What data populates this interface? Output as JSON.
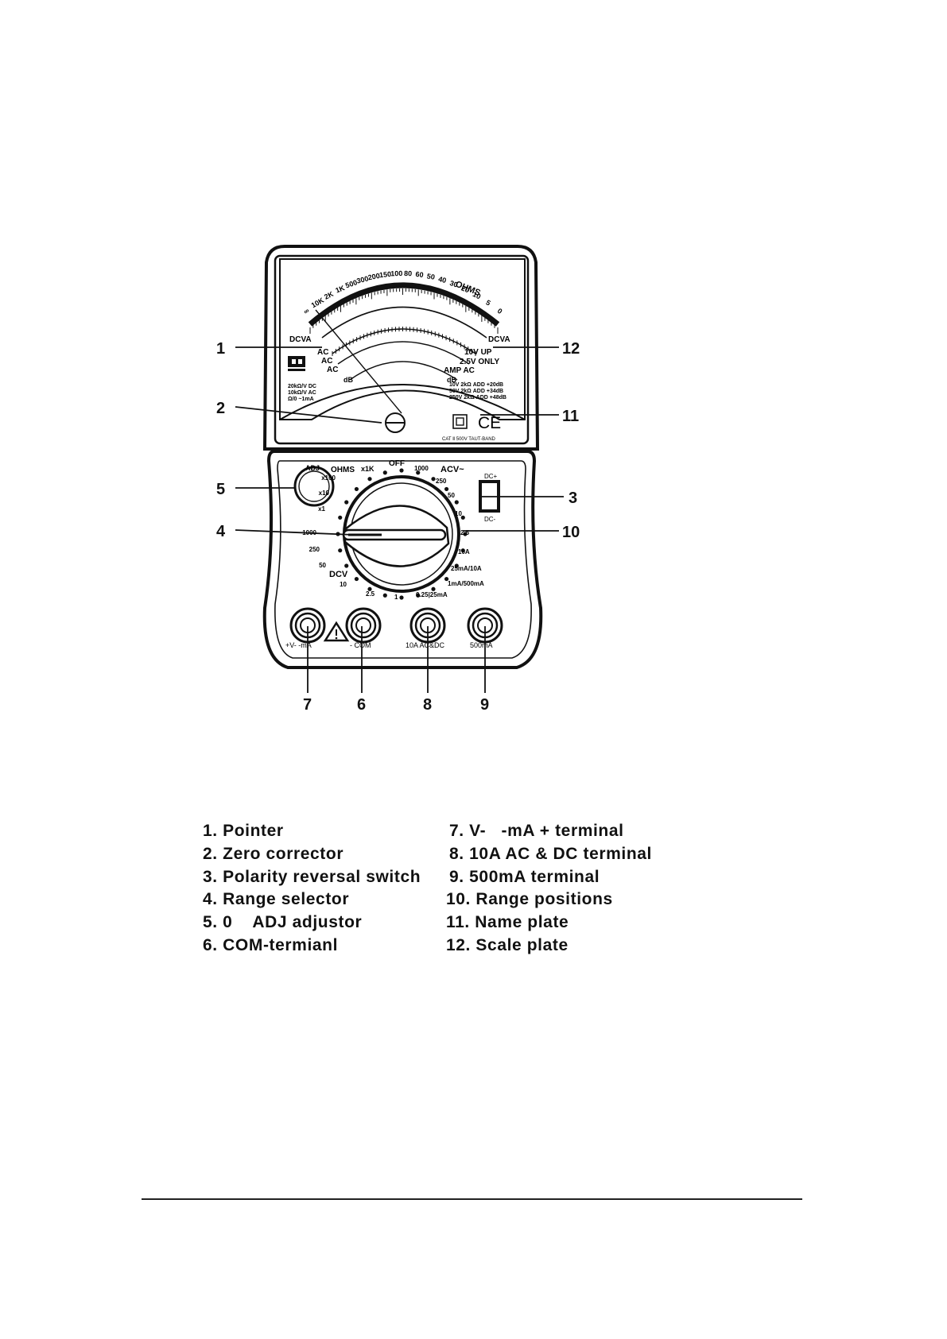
{
  "meter": {
    "ohms_title": "OHMS",
    "ohms_scale": [
      "∞",
      "10K",
      "2K",
      "1K",
      "500",
      "300",
      "200",
      "150",
      "100",
      "80",
      "60",
      "50",
      "40",
      "30",
      "20",
      "10",
      "5",
      "0"
    ],
    "dcva_left": "DCVA",
    "dcva_right": "DCVA",
    "ac_labels": [
      "AC",
      "AC",
      "AC"
    ],
    "db_labels": [
      "dB",
      "dB"
    ],
    "note_10v": "10V UP",
    "note_25v": "2.5V ONLY",
    "note_amp": "AMP AC",
    "db_note_left": [
      "20kΩ/V DC",
      "10kΩ/V AC",
      "Ω/0 ~1mA"
    ],
    "db_note_right": [
      "10V 2kΩ ADD +20dB",
      "50V 2kΩ ADD +34dB",
      "250V 2kΩ ADD +48dB"
    ],
    "nameplate_note": "CAT Ⅱ 500V TAUT-BAND",
    "ce_mark": "CE",
    "adj_label": "ADJ",
    "dial": {
      "ohms": "OHMS",
      "x1k": "x1K",
      "off": "OFF",
      "acv": "ACV~",
      "left_positions": [
        "x100",
        "x10",
        "x1",
        "1000",
        "250",
        "50",
        "10"
      ],
      "bottom_positions": [
        "2.5",
        "1"
      ],
      "right_positions": [
        "1000",
        "250",
        "50",
        "10",
        "2.5",
        "10A",
        "25mA/10A",
        "1mA/500mA",
        "0.25|25mA"
      ],
      "dcv": "DCV"
    },
    "polarity_top": "DC+",
    "polarity_bottom": "DC-",
    "terminals": [
      "+V-  -mA",
      "- COM",
      "10A AC&DC",
      "500mA"
    ]
  },
  "callouts": [
    "1",
    "2",
    "3",
    "4",
    "5",
    "6",
    "7",
    "8",
    "9",
    "10",
    "11",
    "12"
  ],
  "legend": {
    "left": [
      "1. Pointer",
      "2. Zero corrector",
      "3. Polarity reversal switch",
      "4. Range selector",
      "5. 0    ADJ adjustor",
      "6. COM-termianl"
    ],
    "right": [
      "7. V-   -mA + terminal",
      "8. 10A AC & DC terminal",
      "9. 500mA terminal",
      "10. Range positions",
      "11. Name plate",
      "12. Scale plate"
    ]
  }
}
